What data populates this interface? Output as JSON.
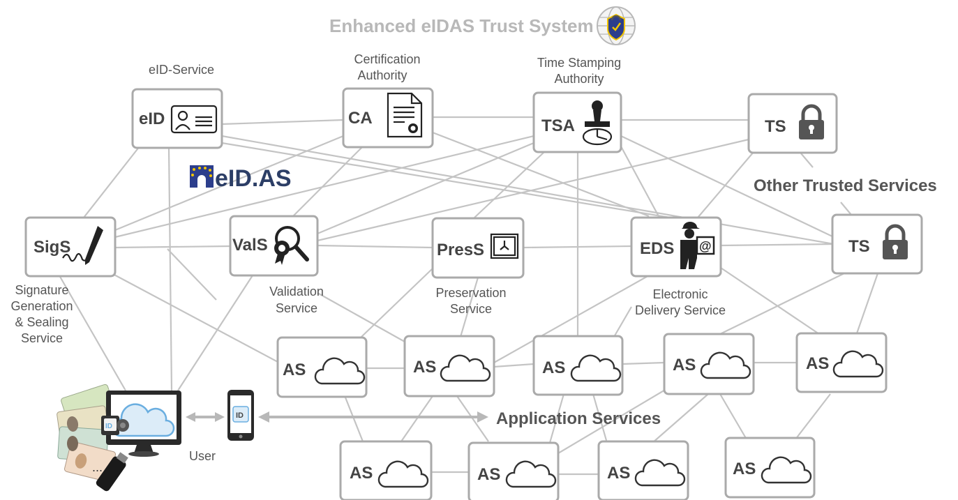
{
  "title": "Enhanced eIDAS Trust System",
  "logo_text": "eID.AS",
  "nodes": {
    "eid": {
      "label": "eID",
      "caption": [
        "eID-Service"
      ]
    },
    "ca": {
      "label": "CA",
      "caption": [
        "Certification",
        "Authority"
      ]
    },
    "tsa": {
      "label": "TSA",
      "caption": [
        "Time Stamping",
        "Authority"
      ]
    },
    "ts1": {
      "label": "TS"
    },
    "ts2": {
      "label": "TS"
    },
    "sigs": {
      "label": "SigS",
      "caption": [
        "Signature",
        "Generation",
        "& Sealing",
        "Service"
      ]
    },
    "vals": {
      "label": "ValS",
      "caption": [
        "Validation",
        "Service"
      ]
    },
    "press": {
      "label": "PresS",
      "caption": [
        "Preservation",
        "Service"
      ]
    },
    "eds": {
      "label": "EDS",
      "caption": [
        "Electronic",
        "Delivery Service"
      ]
    },
    "as_label": "AS"
  },
  "other_trusted_services": "Other Trusted Services",
  "application_services": "Application Services",
  "user_label": "User",
  "ellipsis": "...",
  "id_badge": "ID",
  "colors": {
    "box_border": "#aaaaaa",
    "edge": "#c4c4c4",
    "label": "#444444",
    "title": "#b8b8b8",
    "eu_blue": "#2c3e8c",
    "eu_star": "#f2c500",
    "screen_cloud": "#6aaee0"
  }
}
